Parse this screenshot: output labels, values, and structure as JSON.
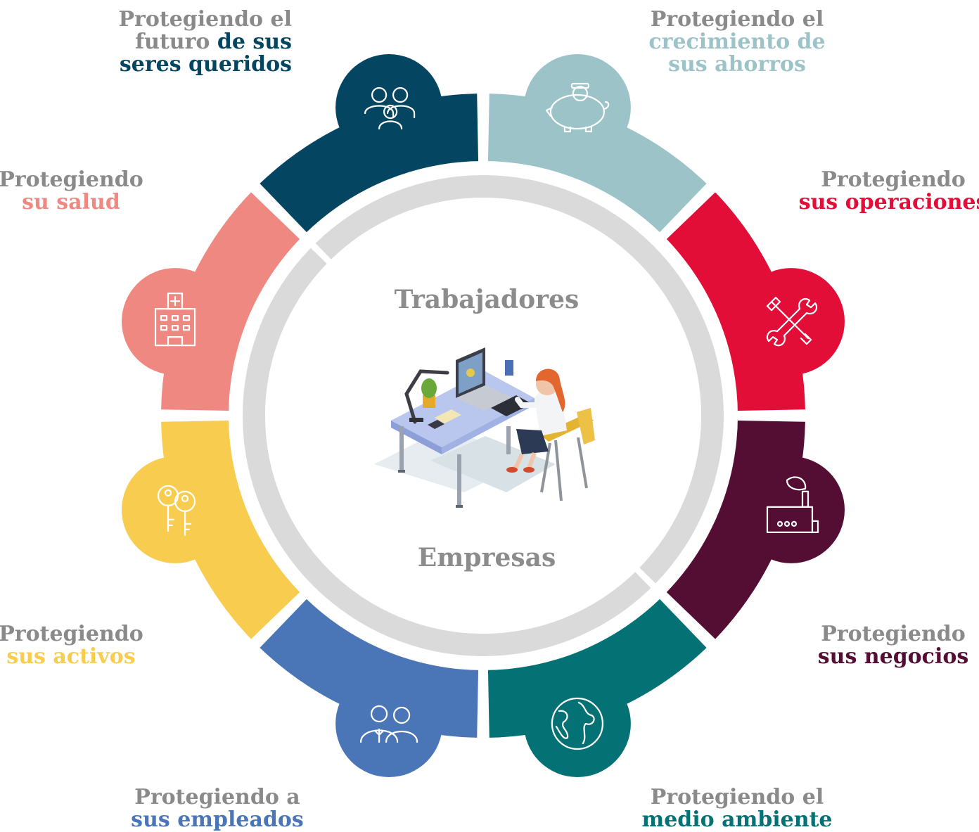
{
  "center": {
    "top_label": "Trabajadores",
    "bottom_label": "Empresas"
  },
  "segments": [
    {
      "id": "family",
      "color": "#044662",
      "icon": "family-icon",
      "caption": {
        "prefix_lines": [
          "Protegiendo el",
          "futuro "
        ],
        "accent_lines": [
          "de sus",
          "seres queridos"
        ]
      }
    },
    {
      "id": "savings",
      "color": "#9bc3c8",
      "icon": "piggy-bank-icon",
      "caption": {
        "line1": "Protegiendo el",
        "line2": "crecimiento de",
        "line3": "sus ahorros"
      }
    },
    {
      "id": "operations",
      "color": "#e20e38",
      "icon": "tools-icon",
      "caption": {
        "line1": "Protegiendo",
        "line2": "sus operaciones"
      }
    },
    {
      "id": "business",
      "color": "#540e33",
      "icon": "factory-icon",
      "caption": {
        "line1": "Protegiendo",
        "line2": "sus negocios"
      }
    },
    {
      "id": "environment",
      "color": "#047174",
      "icon": "globe-icon",
      "caption": {
        "line1": "Protegiendo el",
        "line2": "medio ambiente"
      }
    },
    {
      "id": "employees",
      "color": "#4a76b8",
      "icon": "employees-icon",
      "caption": {
        "line1": "Protegiendo a",
        "line2": "sus empleados"
      }
    },
    {
      "id": "assets",
      "color": "#f8cc4f",
      "icon": "keys-icon",
      "caption": {
        "line1": "Protegiendo",
        "line2": "sus activos"
      }
    },
    {
      "id": "health",
      "color": "#ef8880",
      "icon": "hospital-icon",
      "caption": {
        "line1": "Protegiendo",
        "line2": "su salud"
      }
    }
  ],
  "caption_texts": {
    "family_l1": "Protegiendo el",
    "family_l2a": "futuro ",
    "family_l2b": "de sus",
    "family_l3": "seres queridos",
    "savings_l1": "Protegiendo el",
    "savings_l2": "crecimiento de",
    "savings_l3": "sus ahorros",
    "operations_l1": "Protegiendo",
    "operations_l2": "sus operaciones",
    "business_l1": "Protegiendo",
    "business_l2": "sus negocios",
    "environment_l1": "Protegiendo el",
    "environment_l2": "medio ambiente",
    "employees_l1": "Protegiendo a",
    "employees_l2": "sus empleados",
    "assets_l1": "Protegiendo",
    "assets_l2": "sus activos",
    "health_l1": "Protegiendo",
    "health_l2": "su salud"
  },
  "colors": {
    "ring_gray": "#dadada",
    "muted_text": "#8a8a8a",
    "family": "#044662",
    "savings": "#9bc3c8",
    "operations": "#e20e38",
    "business": "#540e33",
    "environment": "#047174",
    "employees": "#4a76b8",
    "assets": "#f8cc4f",
    "health": "#ef8880"
  },
  "illustration": "woman-at-desk-illustration"
}
